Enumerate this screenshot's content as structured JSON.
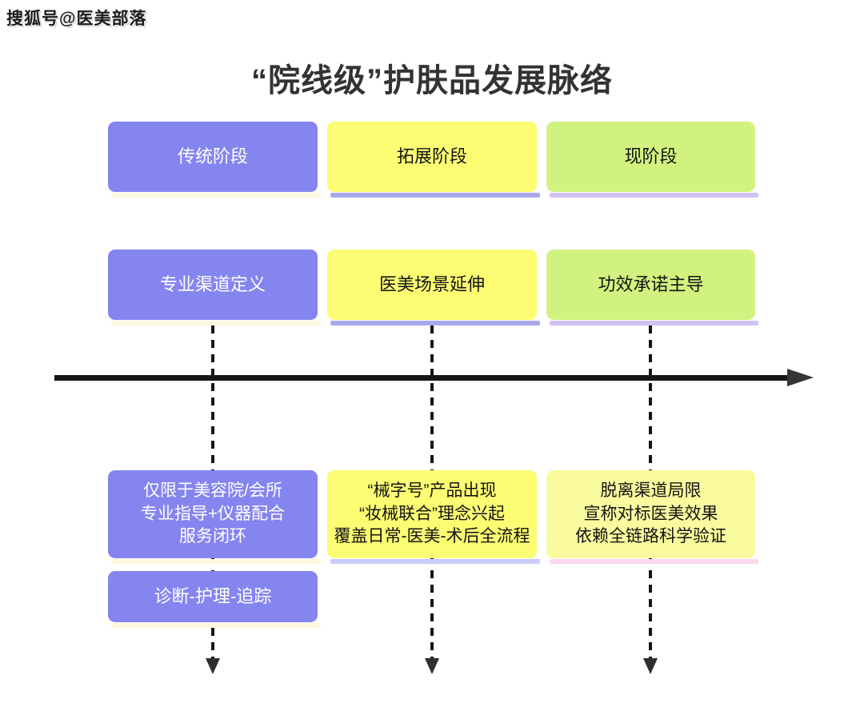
{
  "watermark": "搜狐号@医美部落",
  "title": "“院线级”护肤品发展脉络",
  "colors": {
    "purple_box": "#8585f0",
    "yellow_box": "#fdfd73",
    "green_box": "#d2f280",
    "pale_yellow_box": "#fafa9e",
    "purple_box_shadow": "#fdf7dd",
    "yellow_box_shadow_rows12": "#a9a9ef",
    "yellow_box_shadow_row3": "#ccccfa",
    "green_box_shadow": "#d2c2ef",
    "pale_yellow_box_shadow": "#fbd7ef",
    "title_text": "#333333",
    "timeline_line": "#161616"
  },
  "columns": [
    {
      "stage": "传统阶段",
      "definition": "专业渠道定义",
      "details": "仅限于美容院/会所\n专业指导+仪器配合\n服务闭环",
      "extra": "诊断-护理-追踪"
    },
    {
      "stage": "拓展阶段",
      "definition": "医美场景延伸",
      "details": "“械字号”产品出现\n“妆械联合”理念兴起\n覆盖日常-医美-术后全流程"
    },
    {
      "stage": "现阶段",
      "definition": "功效承诺主导",
      "details": "脱离渠道局限\n宣称对标医美效果\n依赖全链路科学验证"
    }
  ]
}
